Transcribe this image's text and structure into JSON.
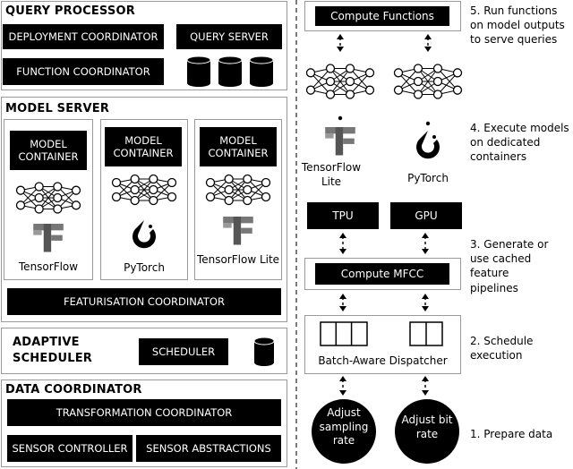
{
  "query_processor": {
    "title": "QUERY PROCESSOR",
    "deployment_coordinator": "DEPLOYMENT COORDINATOR",
    "query_server": "QUERY SERVER",
    "function_coordinator": "FUNCTION COORDINATOR"
  },
  "model_server": {
    "title": "MODEL SERVER",
    "containers": [
      {
        "label": "MODEL CONTAINER",
        "framework": "TensorFlow"
      },
      {
        "label": "MODEL CONTAINER",
        "framework": "PyTorch"
      },
      {
        "label": "MODEL CONTAINER",
        "framework": "TensorFlow Lite"
      }
    ],
    "featurisation_coordinator": "FEATURISATION COORDINATOR"
  },
  "adaptive_scheduler": {
    "title": "ADAPTIVE SCHEDULER",
    "scheduler": "SCHEDULER"
  },
  "data_coordinator": {
    "title": "DATA COORDINATOR",
    "transformation_coordinator": "TRANSFORMATION COORDINATOR",
    "sensor_controller": "SENSOR CONTROLLER",
    "sensor_abstractions": "SENSOR ABSTRACTIONS"
  },
  "pipeline": {
    "compute_functions": "Compute Functions",
    "tf_lite": "TensorFlow Lite",
    "pytorch": "PyTorch",
    "tpu": "TPU",
    "gpu": "GPU",
    "compute_mfcc": "Compute MFCC",
    "dispatcher": "Batch-Aware Dispatcher",
    "adjust_sampling": "Adjust sampling rate",
    "adjust_bit": "Adjust bit rate"
  },
  "steps": [
    "5. Run functions on model outputs to serve queries",
    "4. Execute models on dedicated containers",
    "3. Generate or use cached feature pipelines",
    "2. Schedule execution",
    "1. Prepare data"
  ],
  "colors": {
    "block": "#000000",
    "border": "#9a9a9a",
    "tf_gray": "#777777"
  }
}
